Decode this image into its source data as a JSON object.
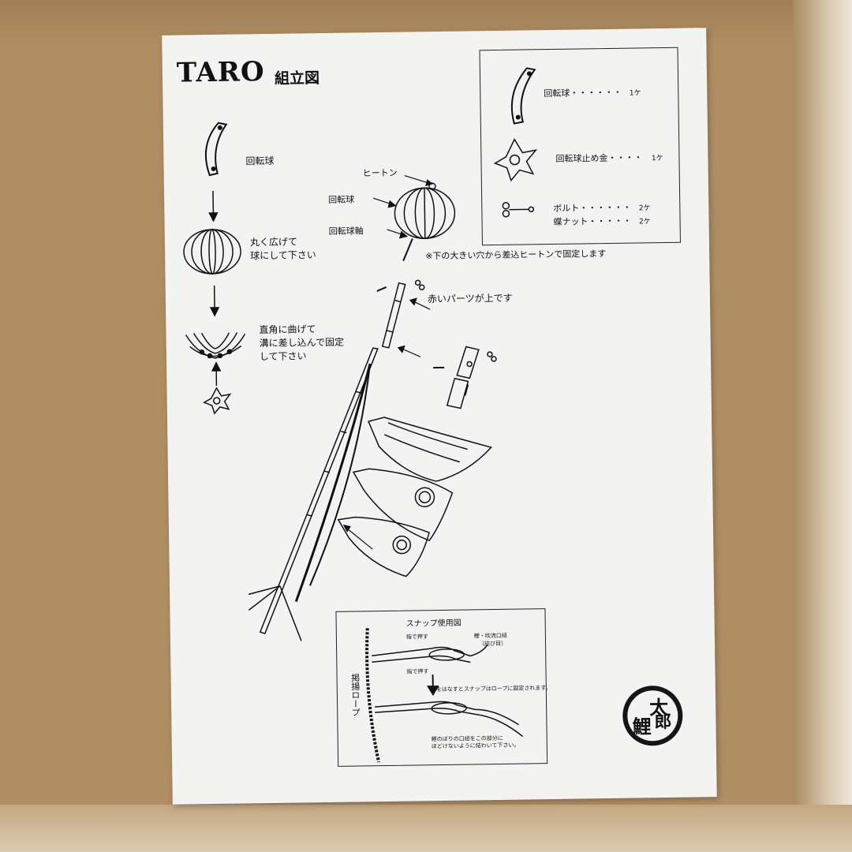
{
  "sheet": {
    "title": "TARO",
    "title_sub": "組立図"
  },
  "steps": {
    "ball_label": "回転球",
    "step2_line1": "丸く広げて",
    "step2_line2": "球にして下さい",
    "step3_line1": "直角に曲げて",
    "step3_line2": "溝に差し込んで固定",
    "step3_line3": "して下さい"
  },
  "assembly": {
    "pin_label": "ヒートン",
    "ball_label": "回転球",
    "shaft_label": "回転球軸",
    "note": "※下の大きい穴から差込ヒートンで固定します",
    "red_parts_note": "赤いパーツが上です"
  },
  "parts_list": {
    "items": [
      {
        "name": "回転球",
        "dots": "・・・・・・",
        "qty": "1ケ"
      },
      {
        "name": "回転球止め金",
        "dots": "・・・・",
        "qty": "1ケ"
      },
      {
        "name": "ボルト",
        "dots": "・・・・・・",
        "qty": "2ケ"
      },
      {
        "name": "蝶ナット",
        "dots": "・・・・・",
        "qty": "2ケ"
      }
    ]
  },
  "snap": {
    "title": "スナップ使用図",
    "rope_label": "掲揚ロープ",
    "koi_label_1": "鯉・吹流口紐",
    "koi_label_2": "（結び目）",
    "note_middle": "指をはなすとスナップはロープに固定されます。",
    "note_bottom_1": "鯉のぼりの口紐をこの部分に",
    "note_bottom_2": "ほどけないように結わいて下さい。",
    "finger_1": "指で押す",
    "finger_2": "指で押す"
  },
  "logo": {
    "c1": "太",
    "c2": "鯉",
    "c3": "郎"
  }
}
